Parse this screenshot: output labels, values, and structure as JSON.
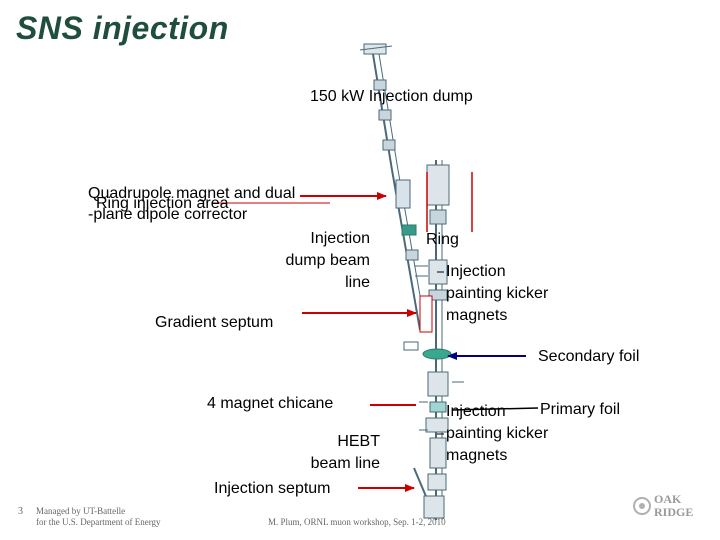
{
  "slide": {
    "title": "SNS injection",
    "page_number": "3"
  },
  "labels": {
    "dump": "150 kW Injection dump",
    "quad_line1": "Quadrupole magnet and dual",
    "quad_line2": "-plane dipole corrector",
    "ring_area": "Ring injection area",
    "dump_beam_line1": "Injection",
    "dump_beam_line2": "dump beam",
    "dump_beam_line3": "line",
    "ring": "Ring",
    "painting_top_line1": "Injection",
    "painting_top_line2": "painting kicker",
    "painting_top_line3": "magnets",
    "gradient_septum": "Gradient septum",
    "secondary_foil": "Secondary foil",
    "chicane": "4 magnet chicane",
    "primary_foil": "Primary foil",
    "painting_bottom_line1": "Injection",
    "painting_bottom_line2": "painting kicker",
    "painting_bottom_line3": "magnets",
    "hebt_line1": "HEBT",
    "hebt_line2": "beam line",
    "injection_septum": "Injection septum"
  },
  "footer": {
    "left_line1": "Managed by UT-Battelle",
    "left_line2": "for the U.S. Department of Energy",
    "center": "M. Plum, ORNL muon workshop, Sep. 1-2, 2010"
  },
  "logo": {
    "line1": "OAK",
    "line2": "RIDGE"
  },
  "colors": {
    "title": "#1f4e3d",
    "arrow": "#cc0000",
    "secondary_arrow": "#000080",
    "beamline": "#4a6a7a"
  }
}
